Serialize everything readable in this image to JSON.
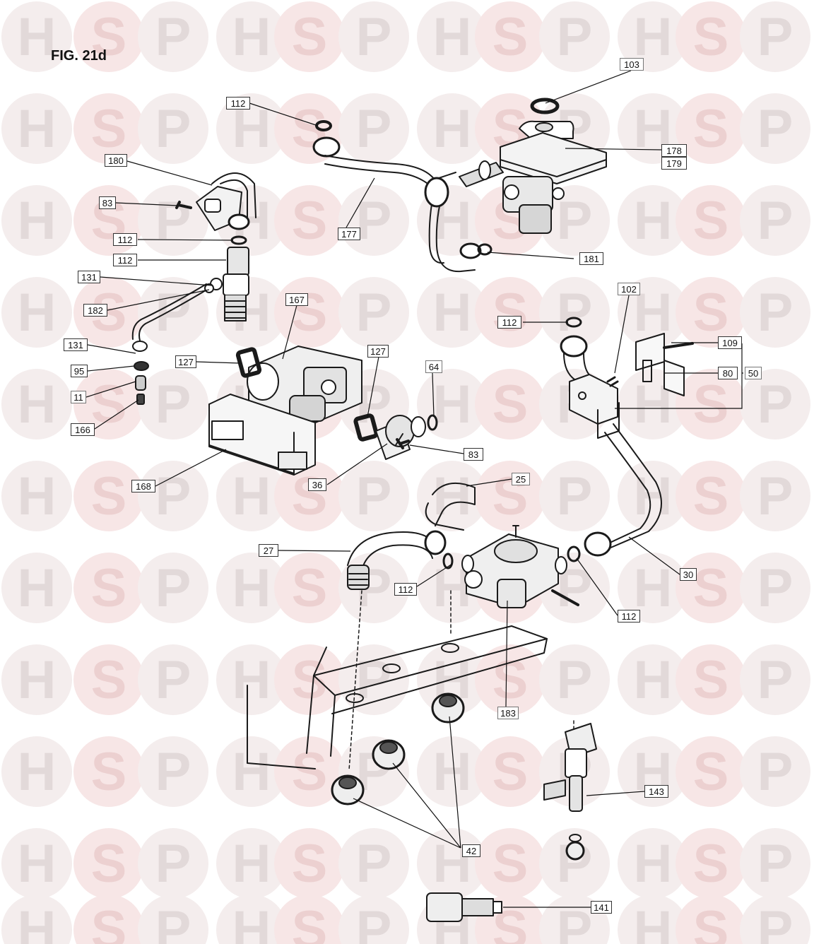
{
  "figure_title": "FIG. 21d",
  "watermark": {
    "letters": [
      "H",
      "S",
      "P"
    ],
    "circle_color": "#f4eded",
    "accent_circle_color": "#f7e6e6",
    "letter_color": "#e2d9d9",
    "accent_letter_color": "#ecd0d0"
  },
  "callouts": [
    {
      "label": "103",
      "style": "plain"
    },
    {
      "label": "112"
    },
    {
      "label": "178"
    },
    {
      "label": "179"
    },
    {
      "label": "180"
    },
    {
      "label": "83"
    },
    {
      "label": "177"
    },
    {
      "label": "112"
    },
    {
      "label": "181"
    },
    {
      "label": "112"
    },
    {
      "label": "131"
    },
    {
      "label": "182"
    },
    {
      "label": "167"
    },
    {
      "label": "102",
      "style": "plain"
    },
    {
      "label": "112"
    },
    {
      "label": "109"
    },
    {
      "label": "131"
    },
    {
      "label": "127"
    },
    {
      "label": "127"
    },
    {
      "label": "64",
      "style": "plain"
    },
    {
      "label": "80"
    },
    {
      "label": "50",
      "style": "plain"
    },
    {
      "label": "95"
    },
    {
      "label": "11",
      "style": "plain"
    },
    {
      "label": "166"
    },
    {
      "label": "83"
    },
    {
      "label": "168"
    },
    {
      "label": "36"
    },
    {
      "label": "25",
      "style": "plain"
    },
    {
      "label": "27"
    },
    {
      "label": "112"
    },
    {
      "label": "30"
    },
    {
      "label": "112"
    },
    {
      "label": "183",
      "style": "plain"
    },
    {
      "label": "143"
    },
    {
      "label": "42"
    },
    {
      "label": "141"
    }
  ]
}
